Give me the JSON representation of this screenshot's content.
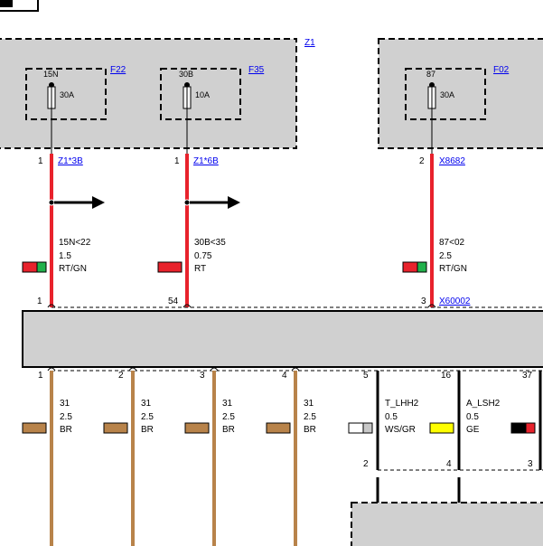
{
  "colors": {
    "module_fill": "#d0d0d0",
    "wire_red": "#e8222c",
    "wire_brown": "#b8834a",
    "link": "#0000ee",
    "green": "#22b14c",
    "yellow": "#ffff00",
    "white": "#ffffff"
  },
  "fuse_box_top": {
    "label": "Z1",
    "fuses": [
      {
        "name": "F22",
        "pin": "15N",
        "rating": "30A"
      },
      {
        "name": "F35",
        "pin": "30B",
        "rating": "10A"
      }
    ]
  },
  "fuse_box_right": {
    "fuses": [
      {
        "name": "F02",
        "pin": "87",
        "rating": "30A"
      }
    ]
  },
  "connector_pins_top": [
    {
      "pin": "1",
      "connector": "Z1*3B"
    },
    {
      "pin": "1",
      "connector": "Z1*6B"
    },
    {
      "pin": "2",
      "connector": "X8682"
    }
  ],
  "top_wires": [
    {
      "signal": "15N<22",
      "size": "1.5",
      "color": "RT/GN"
    },
    {
      "signal": "30B<35",
      "size": "0.75",
      "color": "RT"
    },
    {
      "signal": "87<02",
      "size": "2.5",
      "color": "RT/GN"
    }
  ],
  "module_top_pins": [
    {
      "pin": "1"
    },
    {
      "pin": "54"
    },
    {
      "pin": "3",
      "connector": "X60002"
    }
  ],
  "module_bottom_pins": [
    "1",
    "2",
    "3",
    "4",
    "5",
    "16",
    "37"
  ],
  "bottom_wires": [
    {
      "signal": "31",
      "size": "2.5",
      "color": "BR"
    },
    {
      "signal": "31",
      "size": "2.5",
      "color": "BR"
    },
    {
      "signal": "31",
      "size": "2.5",
      "color": "BR"
    },
    {
      "signal": "31",
      "size": "2.5",
      "color": "BR"
    },
    {
      "signal": "T_LHH2",
      "size": "0.5",
      "color": "WS/GR"
    },
    {
      "signal": "A_LSH2",
      "size": "0.5",
      "color": "GE"
    }
  ],
  "lower_pins": [
    "2",
    "4",
    "3"
  ]
}
